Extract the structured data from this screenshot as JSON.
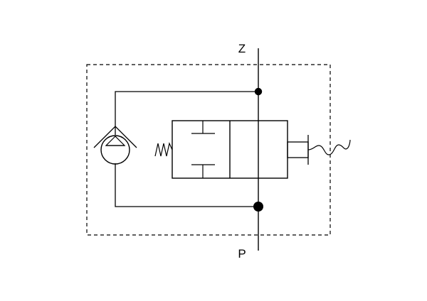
{
  "diagram": {
    "type": "hydraulic-schematic",
    "ports": {
      "top": "Z",
      "bottom": "P"
    },
    "components": [
      "pump-motor",
      "spring",
      "two-position-valve",
      "solenoid",
      "junction-top",
      "junction-bottom",
      "enclosure-dashed"
    ],
    "stroke_color": "#000000",
    "background": "#ffffff"
  }
}
